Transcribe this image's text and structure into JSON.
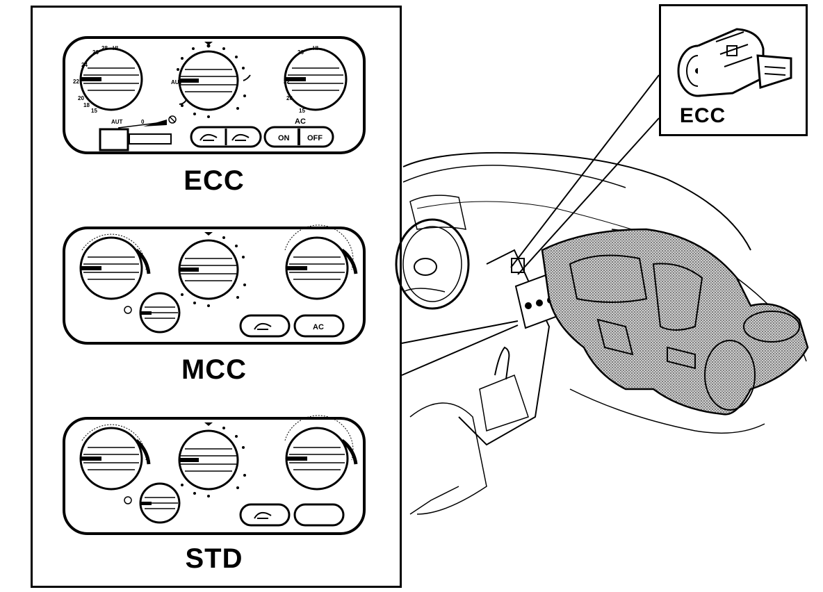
{
  "panels": {
    "ecc": {
      "caption": "ECC",
      "left_dial_ticks": [
        "22",
        "26",
        "28",
        "24",
        "20",
        "18",
        "15",
        "HI"
      ],
      "left_dial_label": "22",
      "middle_dial_label": "AUT",
      "right_dial_label": "22",
      "fan_scale_labels": [
        "AUT",
        "0"
      ],
      "ac_label": "AC",
      "ac_on": "ON",
      "ac_off": "OFF"
    },
    "mcc": {
      "caption": "MCC",
      "ac_button": "AC"
    },
    "std": {
      "caption": "STD"
    }
  },
  "inset": {
    "caption": "ECC"
  }
}
